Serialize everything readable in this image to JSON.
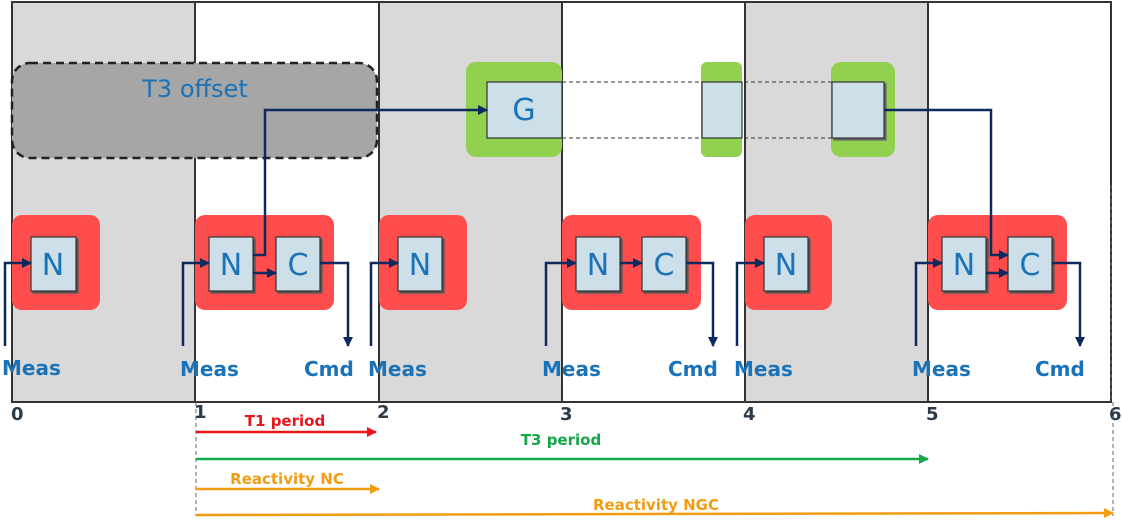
{
  "timeline": {
    "ticks": [
      "0",
      "1",
      "2",
      "3",
      "4",
      "5",
      "6"
    ]
  },
  "offset_box": {
    "label": "T3 offset"
  },
  "g_block": {
    "label": "G"
  },
  "blocks": {
    "n_label": "N",
    "c_label": "C"
  },
  "io": {
    "meas_label": "Meas",
    "cmd_label": "Cmd"
  },
  "periods": [
    {
      "label": "T1 period",
      "color": "#e8161b"
    },
    {
      "label": "T3 period",
      "color": "#15a84a"
    },
    {
      "label": "Reactivity NC",
      "color": "#f29c12"
    },
    {
      "label": "Reactivity NGC",
      "color": "#f29c12"
    }
  ],
  "colors": {
    "gray_column": "#d9d9d9",
    "red_group": "#ff4d4d",
    "green_group": "#92d050",
    "block_fill": "#cde0ea",
    "offset_fill": "#a6a6a6",
    "wire": "#0d2a5e",
    "label_blue": "#1a72b8"
  }
}
